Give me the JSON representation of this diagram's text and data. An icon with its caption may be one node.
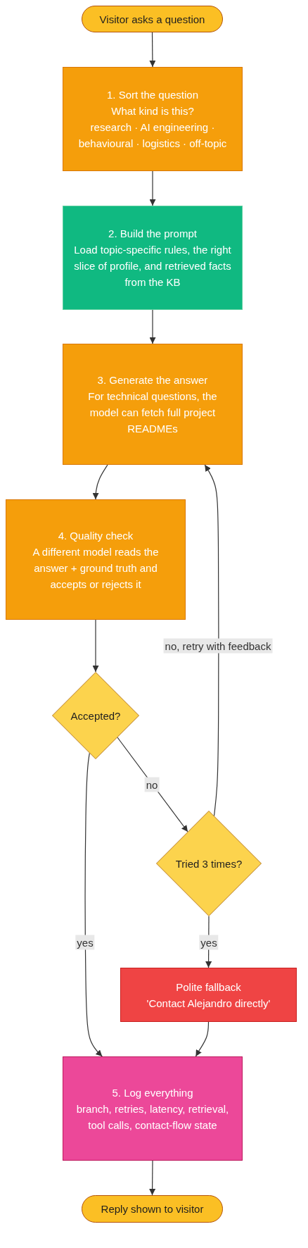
{
  "diagram": {
    "nodes": [
      {
        "text": [
          "Visitor asks a question"
        ]
      },
      {
        "text": [
          "1. Sort the question",
          "What kind is this?",
          "research · AI engineering · behavioural · logistics · off-topic"
        ]
      },
      {
        "text": [
          "2. Build the prompt",
          "Load topic-specific rules, the right slice of profile, and retrieved facts from the KB"
        ]
      },
      {
        "text": [
          "3. Generate the answer",
          "For technical questions, the model can fetch full project READMEs"
        ]
      },
      {
        "text": [
          "4. Quality check",
          "A different model reads the answer + ground truth and accepts or rejects it"
        ]
      },
      {
        "text": [
          "Accepted?"
        ]
      },
      {
        "text": [
          "Tried 3 times?"
        ]
      },
      {
        "text": [
          "Polite fallback",
          "'Contact Alejandro directly'"
        ]
      },
      {
        "text": [
          "5. Log everything",
          "branch, retries, latency, retrieval, tool calls, contact-flow state"
        ]
      },
      {
        "text": [
          "Reply shown to visitor"
        ]
      }
    ],
    "edges": [
      {
        "from": 0,
        "to": 1,
        "arrow": "to"
      },
      {
        "from": 1,
        "to": 2,
        "arrow": "to"
      },
      {
        "from": 2,
        "to": 3,
        "arrow": "to"
      },
      {
        "from": 3,
        "to": 4,
        "arrow": "to"
      },
      {
        "from": 4,
        "to": 5,
        "arrow": "to"
      },
      {
        "from": 5,
        "to": 6,
        "arrow": "to",
        "label": "no"
      },
      {
        "from": 6,
        "to": 3,
        "arrow": "to",
        "label": "no, retry with feedback"
      },
      {
        "from": 5,
        "to": 8,
        "arrow": "to",
        "label": "yes"
      },
      {
        "from": 6,
        "to": 7,
        "arrow": "to",
        "label": "yes"
      },
      {
        "from": 7,
        "to": 8,
        "arrow": "to"
      },
      {
        "from": 8,
        "to": 9,
        "arrow": "to"
      }
    ]
  }
}
